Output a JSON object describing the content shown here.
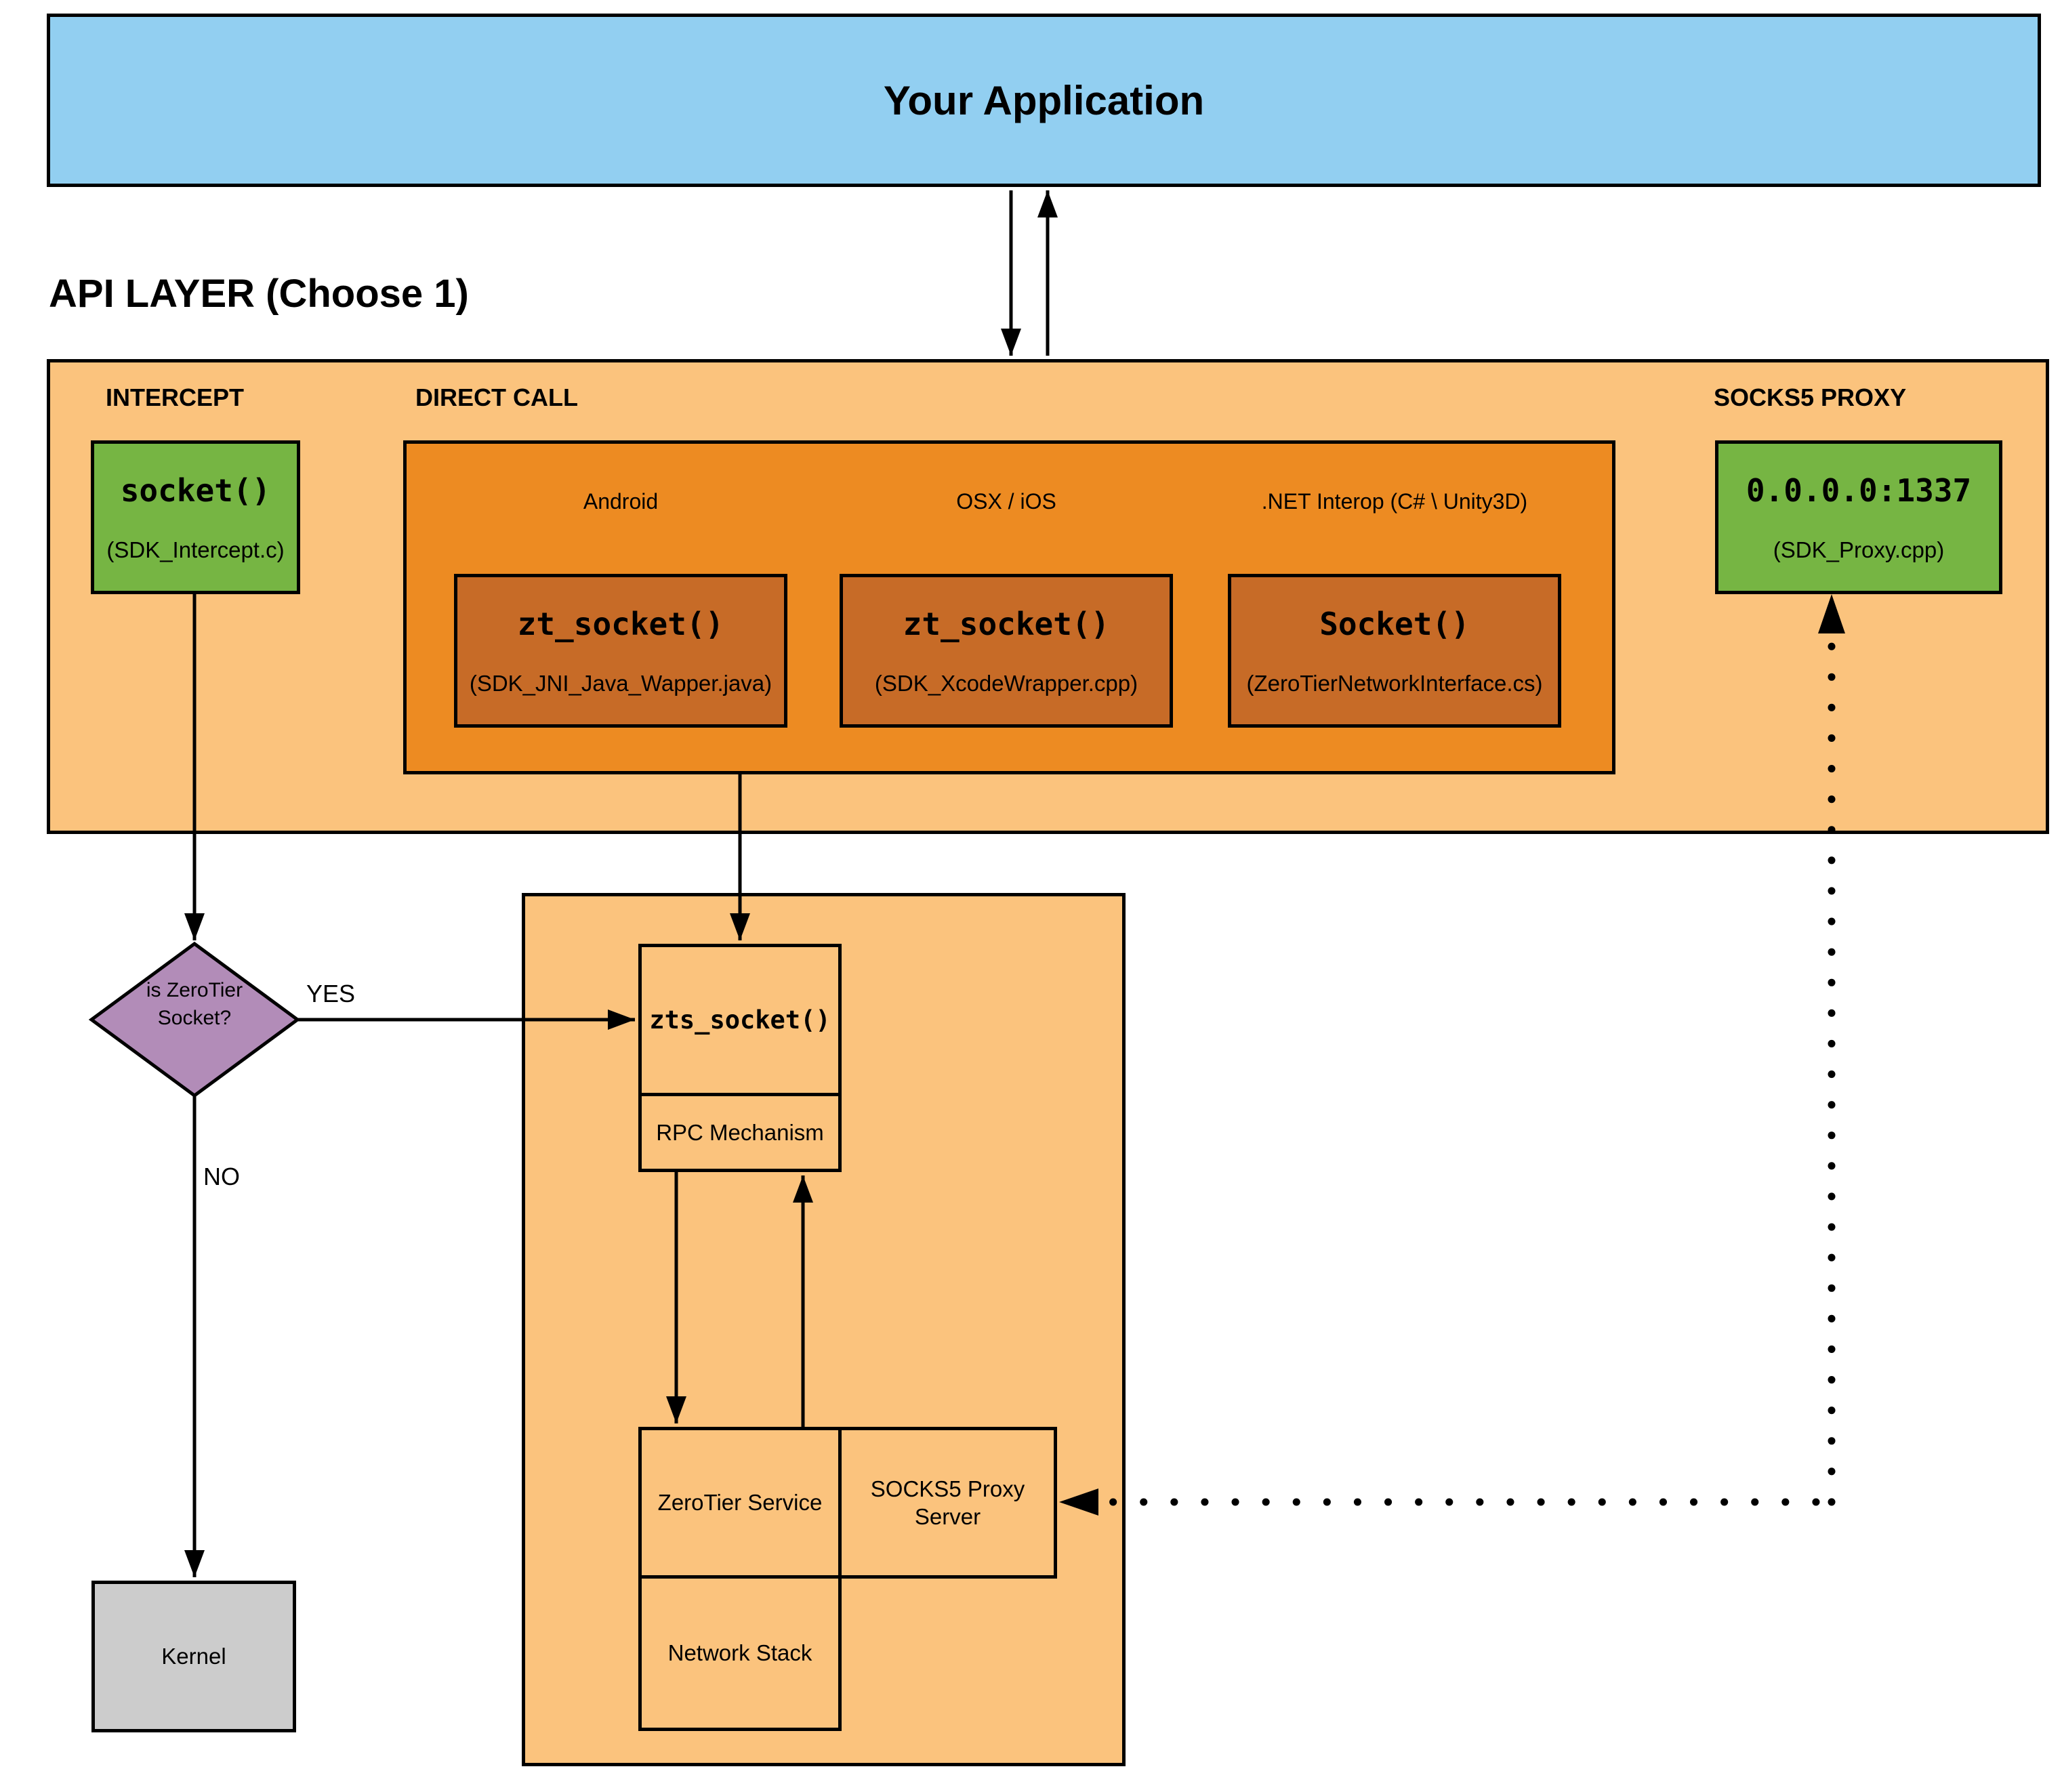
{
  "app_box": {
    "label": "Your Application"
  },
  "api_layer_heading": "API LAYER (Choose 1)",
  "sections": {
    "intercept": {
      "label": "INTERCEPT",
      "box": {
        "title": "socket()",
        "subtitle": "(SDK_Intercept.c)"
      }
    },
    "direct_call": {
      "label": "DIRECT CALL",
      "platforms": [
        {
          "name": "Android",
          "title": "zt_socket()",
          "subtitle": "(SDK_JNI_Java_Wapper.java)"
        },
        {
          "name": "OSX / iOS",
          "title": "zt_socket()",
          "subtitle": "(SDK_XcodeWrapper.cpp)"
        },
        {
          "name": ".NET Interop (C# \\ Unity3D)",
          "title": "Socket()",
          "subtitle": "(ZeroTierNetworkInterface.cs)"
        }
      ]
    },
    "socks5_proxy": {
      "label": "SOCKS5 PROXY",
      "box": {
        "title": "0.0.0.0:1337",
        "subtitle": "(SDK_Proxy.cpp)"
      }
    }
  },
  "decision": {
    "question": "is ZeroTier Socket?",
    "yes": "YES",
    "no": "NO"
  },
  "service_stack": {
    "zts_socket": "zts_socket()",
    "rpc_mechanism": "RPC Mechanism",
    "zerotier_service": "ZeroTier Service",
    "socks5_server": "SOCKS5 Proxy Server",
    "network_stack": "Network Stack"
  },
  "kernel": {
    "label": "Kernel"
  },
  "colors": {
    "blue": "#92CFF1",
    "lightOrange": "#FBC37D",
    "darkOrange": "#ED8B22",
    "brownOrange": "#C76B27",
    "green": "#76B543",
    "purple": "#B28CB8",
    "gray": "#CCCCCC",
    "ink": "#000000"
  }
}
